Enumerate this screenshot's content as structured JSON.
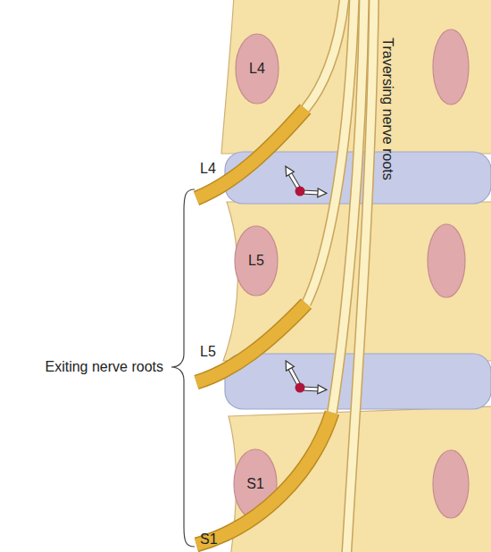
{
  "diagram": {
    "nodes": [
      {
        "text": [
          "L4"
        ]
      },
      {
        "text": [
          "L5"
        ]
      },
      {
        "text": [
          "S1"
        ]
      }
    ],
    "labels": [
      "Traversing nerve roots",
      "L4",
      "L5",
      "S1",
      "Exiting nerve roots"
    ]
  }
}
